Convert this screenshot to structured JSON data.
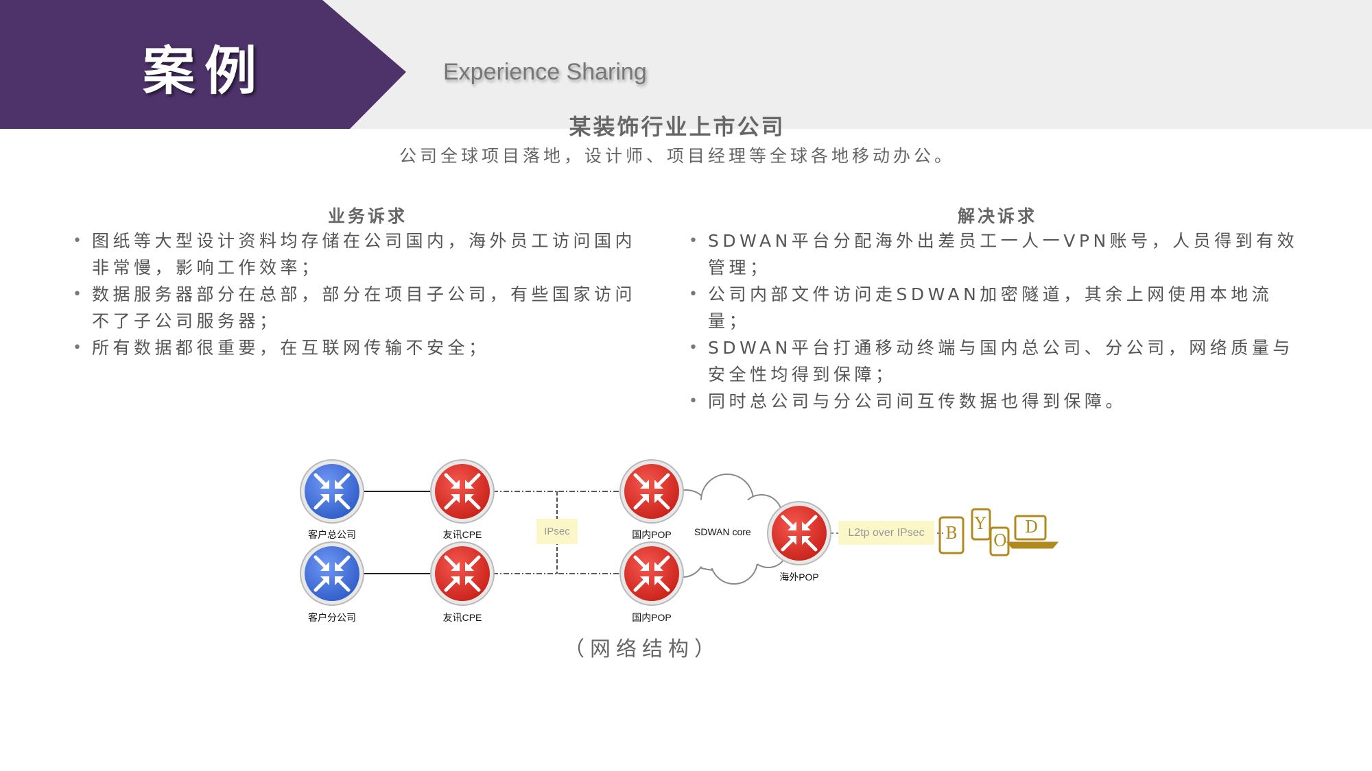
{
  "header": {
    "title": "案例",
    "subtitle": "Experience Sharing"
  },
  "case": {
    "title": "某装饰行业上市公司",
    "description": "公司全球项目落地，设计师、项目经理等全球各地移动办公。"
  },
  "business_needs": {
    "heading": "业务诉求",
    "items": [
      "图纸等大型设计资料均存储在公司国内，海外员工访问国内非常慢，影响工作效率；",
      "数据服务器部分在总部，部分在项目子公司，有些国家访问不了子公司服务器；",
      "所有数据都很重要，在互联网传输不安全；"
    ]
  },
  "solution": {
    "heading": "解决诉求",
    "items": [
      "SDWAN平台分配海外出差员工一人一VPN账号，人员得到有效管理；",
      "公司内部文件访问走SDWAN加密隧道，其余上网使用本地流量；",
      "SDWAN平台打通移动终端与国内总公司、分公司，网络质量与安全性均得到保障；",
      "同时总公司与分公司间互传数据也得到保障。"
    ]
  },
  "network": {
    "nodes": {
      "hq": "客户总公司",
      "branch": "客户分公司",
      "cpe_top": "友讯CPE",
      "cpe_bottom": "友讯CPE",
      "pop_top": "国内POP",
      "pop_bottom": "国内POP",
      "overseas_pop": "海外POP",
      "core": "SDWAN core"
    },
    "ipsec_label": "IPsec",
    "l2tp_label": "L2tp over IPsec",
    "byod_letters": [
      "B",
      "Y",
      "O",
      "D"
    ],
    "caption": "（网络结构）"
  },
  "colors": {
    "header_purple": "#4d336a",
    "header_band": "#eeeeee",
    "router_blue": "#4b78e6",
    "router_red": "#e6342b",
    "byod_gold": "#b08a1e",
    "label_highlight": "#fbf7c8"
  }
}
